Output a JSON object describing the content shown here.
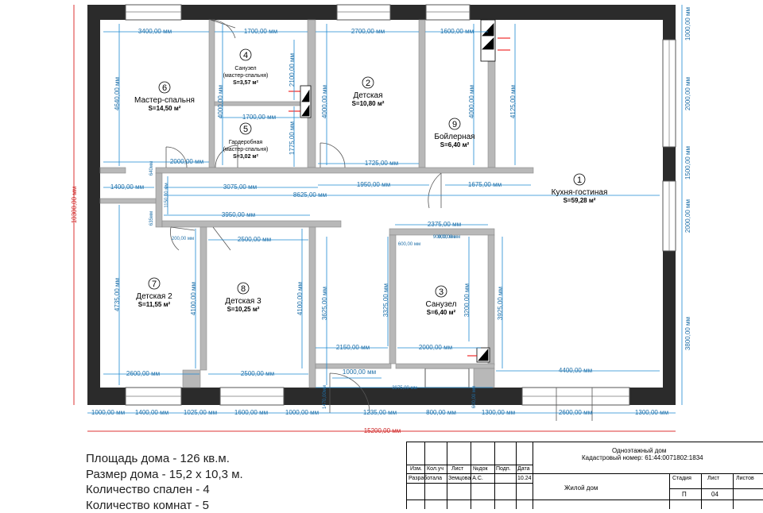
{
  "rooms": [
    {
      "number": "1",
      "name": "Кухня-гостиная",
      "area": "S=59,28 м²"
    },
    {
      "number": "2",
      "name": "Детская",
      "area": "S=10,80 м²"
    },
    {
      "number": "3",
      "name": "Санузел",
      "area": "S=6,40 м²"
    },
    {
      "number": "4",
      "name": "Санузел",
      "name2": "(мастер-спальня)",
      "area": "S=3,57 м²"
    },
    {
      "number": "5",
      "name": "Гардеробная",
      "name2": "(мастер-спальня)",
      "area": "S=3,02 м²"
    },
    {
      "number": "6",
      "name": "Мастер-спальня",
      "area": "S=14,50 м²"
    },
    {
      "number": "7",
      "name": "Детская 2",
      "area": "S=11,55 м²"
    },
    {
      "number": "8",
      "name": "Детская 3",
      "area": "S=10,25 м²"
    },
    {
      "number": "9",
      "name": "Бойлерная",
      "area": "S=6,40 м²"
    }
  ],
  "dimensions": {
    "top": [
      "3400,00 мм",
      "1700,00 мм",
      "2700,00 мм",
      "1600,00 мм"
    ],
    "interior": [
      "1700,00 мм",
      "2000,00 мм",
      "1400,00 мм",
      "3075,00 мм",
      "8625,00 мм",
      "1725,00 мм",
      "1950,00 мм",
      "1675,00 мм",
      "3950,00 мм",
      "2375,00 мм",
      "2500,00 мм",
      "2150,00 мм",
      "2000,00 мм",
      "4400,00 мм",
      "2600,00 мм",
      "2500,00 мм",
      "1000,00 мм",
      "3975,00 мм",
      "800,00 мм",
      "200,00 мм",
      "900,00 мм",
      "600,00 мм"
    ],
    "vertical": [
      "4640,00 мм",
      "4000,00 мм",
      "2100,00 мм",
      "1775,00 мм",
      "4000,00 мм",
      "4000,00 мм",
      "4125,00 мм",
      "4735,00 мм",
      "4100,00 мм",
      "4100,00 мм",
      "3625,00 мм",
      "3325,00 мм",
      "3200,00 мм",
      "3925,00 мм",
      "1150,00 мм",
      "640мм",
      "635мм"
    ],
    "right": [
      "1000,00 мм",
      "2000,00 мм",
      "1500,00 мм",
      "2000,00 мм",
      "3800,00 мм"
    ],
    "overall_height": "10300,00 мм",
    "bottom": [
      "1000,00 мм",
      "1400,00 мм",
      "1025,00 мм",
      "1600,00 мм",
      "1000,00 мм",
      "1235,00 мм",
      "800,00 мм",
      "1300,00 мм",
      "2600,00 мм",
      "1300,00 мм"
    ],
    "small_bottom": [
      "1470,00мм",
      "600,00 мм"
    ],
    "overall_width": "15200,00 мм"
  },
  "summary": [
    "Площадь дома - 126 кв.м.",
    "Размер дома - 15,2 х 10,3 м.",
    "Количество спален - 4",
    "Количество комнат - 5"
  ],
  "stamp": {
    "title1": "Одноэтажный дом",
    "title2": "Кадастровый номер: 61:44:0071802:1834",
    "headers": [
      "Изм.",
      "Кол.уч",
      "Лист",
      "№док",
      "Подп.",
      "Дата"
    ],
    "role": "Разработала",
    "author": "Земцова А.С.",
    "date": "10.24",
    "object": "Жилой дом",
    "col_stage": "Стадия",
    "col_sheet": "Лист",
    "col_sheets": "Листов",
    "stage": "П",
    "sheet": "04"
  }
}
